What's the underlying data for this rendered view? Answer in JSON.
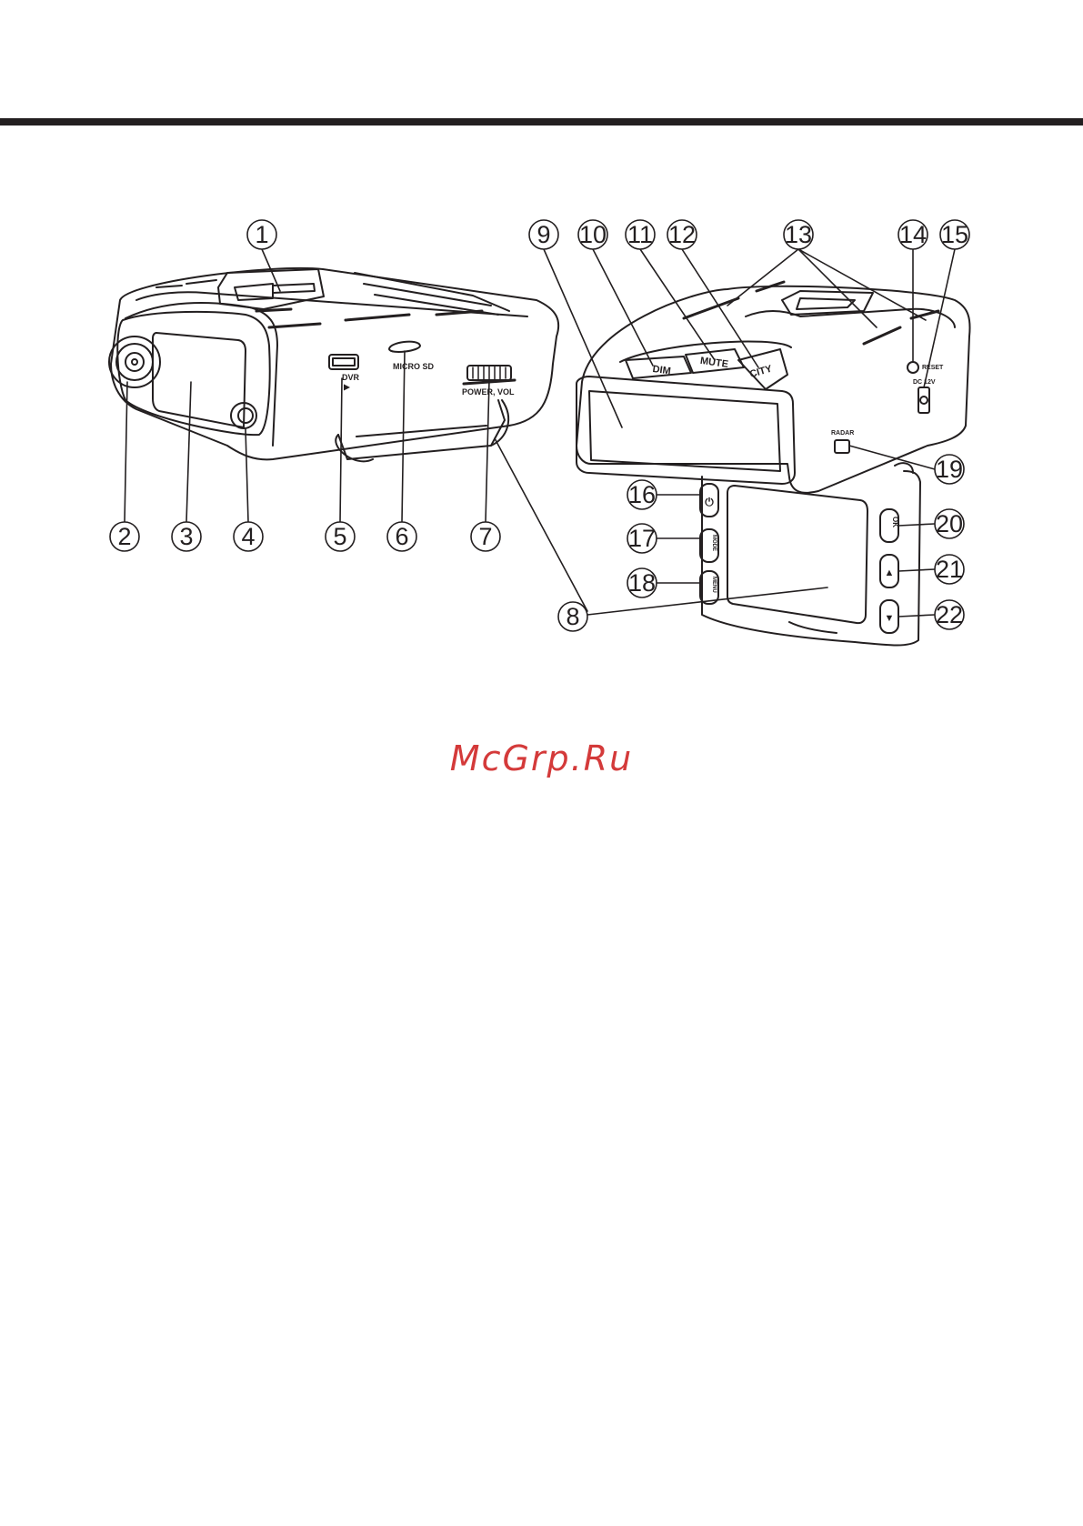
{
  "device_labels": {
    "dvr": "DVR",
    "micro_sd": "MICRO SD",
    "power_vol": "POWER, VOL",
    "dim": "DIM",
    "mute": "MUTE",
    "city": "CITY",
    "reset": "RESET",
    "dc": "DC 12V",
    "radar": "RADAR",
    "mode": "MODE",
    "menu": "MENU",
    "ok": "OK",
    "up": "▲",
    "down": "▼",
    "power_symbol": "⏻"
  },
  "callouts": [
    "1",
    "2",
    "3",
    "4",
    "5",
    "6",
    "7",
    "8",
    "9",
    "10",
    "11",
    "12",
    "13",
    "14",
    "15",
    "16",
    "17",
    "18",
    "19",
    "20",
    "21",
    "22"
  ],
  "watermark": "McGrp.Ru"
}
